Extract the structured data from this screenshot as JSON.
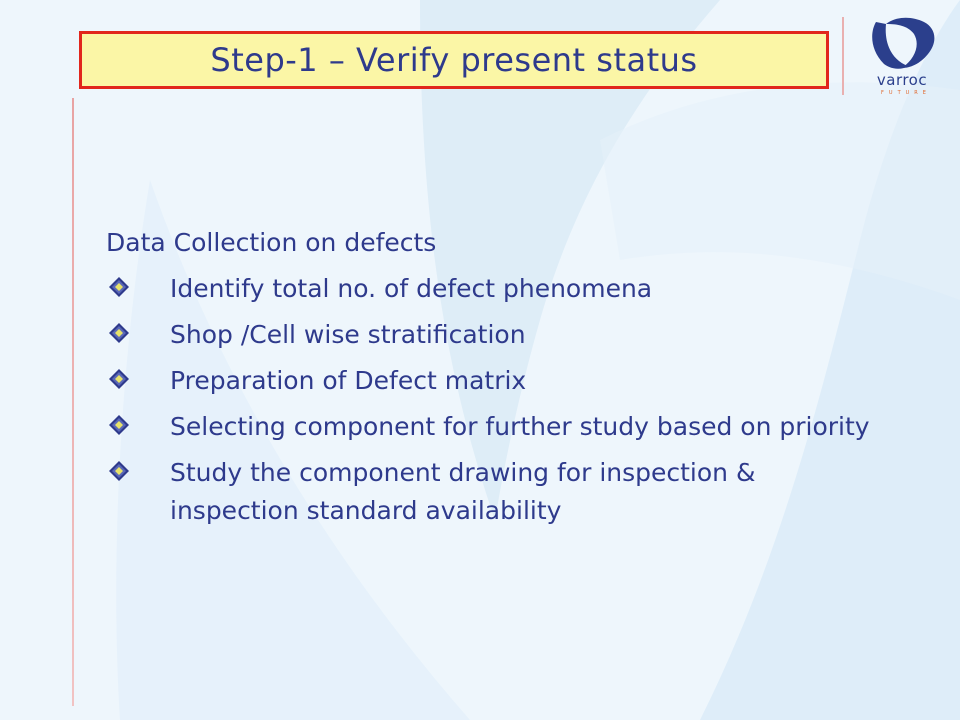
{
  "title": "Step-1 – Verify present status",
  "logo": {
    "name": "varroc",
    "tagline": "FUTURE"
  },
  "content": {
    "heading": "Data Collection on defects",
    "bullets": [
      "Identify total no. of defect phenomena",
      "Shop /Cell wise stratification",
      "Preparation of Defect matrix",
      "Selecting component for further study based on priority",
      "Study the component drawing for inspection & inspection standard availability"
    ]
  },
  "colors": {
    "title_fill": "#fbf6a6",
    "title_border": "#e1261c",
    "text": "#2e3a8c",
    "logo_blue": "#2b3f8c",
    "logo_orange": "#e0662a",
    "background": "#eef6fc"
  },
  "icons": {
    "bullet": "diamond-bullet-icon",
    "logo": "varroc-logo-icon"
  }
}
